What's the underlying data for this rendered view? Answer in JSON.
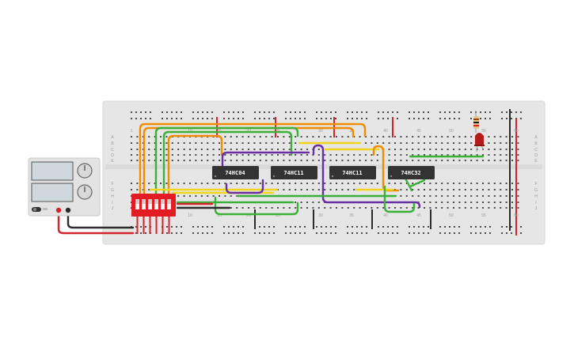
{
  "breadboard": {
    "column_numbers": [
      "1",
      "10",
      "15",
      "20",
      "25",
      "30",
      "35",
      "40",
      "45",
      "50",
      "55",
      "60"
    ],
    "row_letters_top": [
      "A",
      "B",
      "C",
      "D",
      "E"
    ],
    "row_letters_bottom": [
      "F",
      "G",
      "H",
      "I",
      "J"
    ],
    "colors": {
      "board": "#e6e6e6",
      "board_edge": "#d6d6d6",
      "hole": "#4a4a4a",
      "rail_red": "#d4232a",
      "rail_black": "#2b2b2b"
    }
  },
  "chips": [
    {
      "id": "chip1",
      "label": "74HC04"
    },
    {
      "id": "chip2",
      "label": "74HC11"
    },
    {
      "id": "chip3",
      "label": "74HC11"
    },
    {
      "id": "chip4",
      "label": "74HC32"
    }
  ],
  "dip_switch": {
    "positions": 6,
    "color": "#e31b23"
  },
  "power_supply": {
    "knobs": 2,
    "displays": 2
  },
  "led": {
    "color": "#b31b1b"
  },
  "wire_colors": {
    "orange": "#f08c00",
    "green": "#3cb13a",
    "yellow": "#f2d41e",
    "purple": "#6a2ea5",
    "red": "#d4232a",
    "black": "#2b2b2b"
  }
}
